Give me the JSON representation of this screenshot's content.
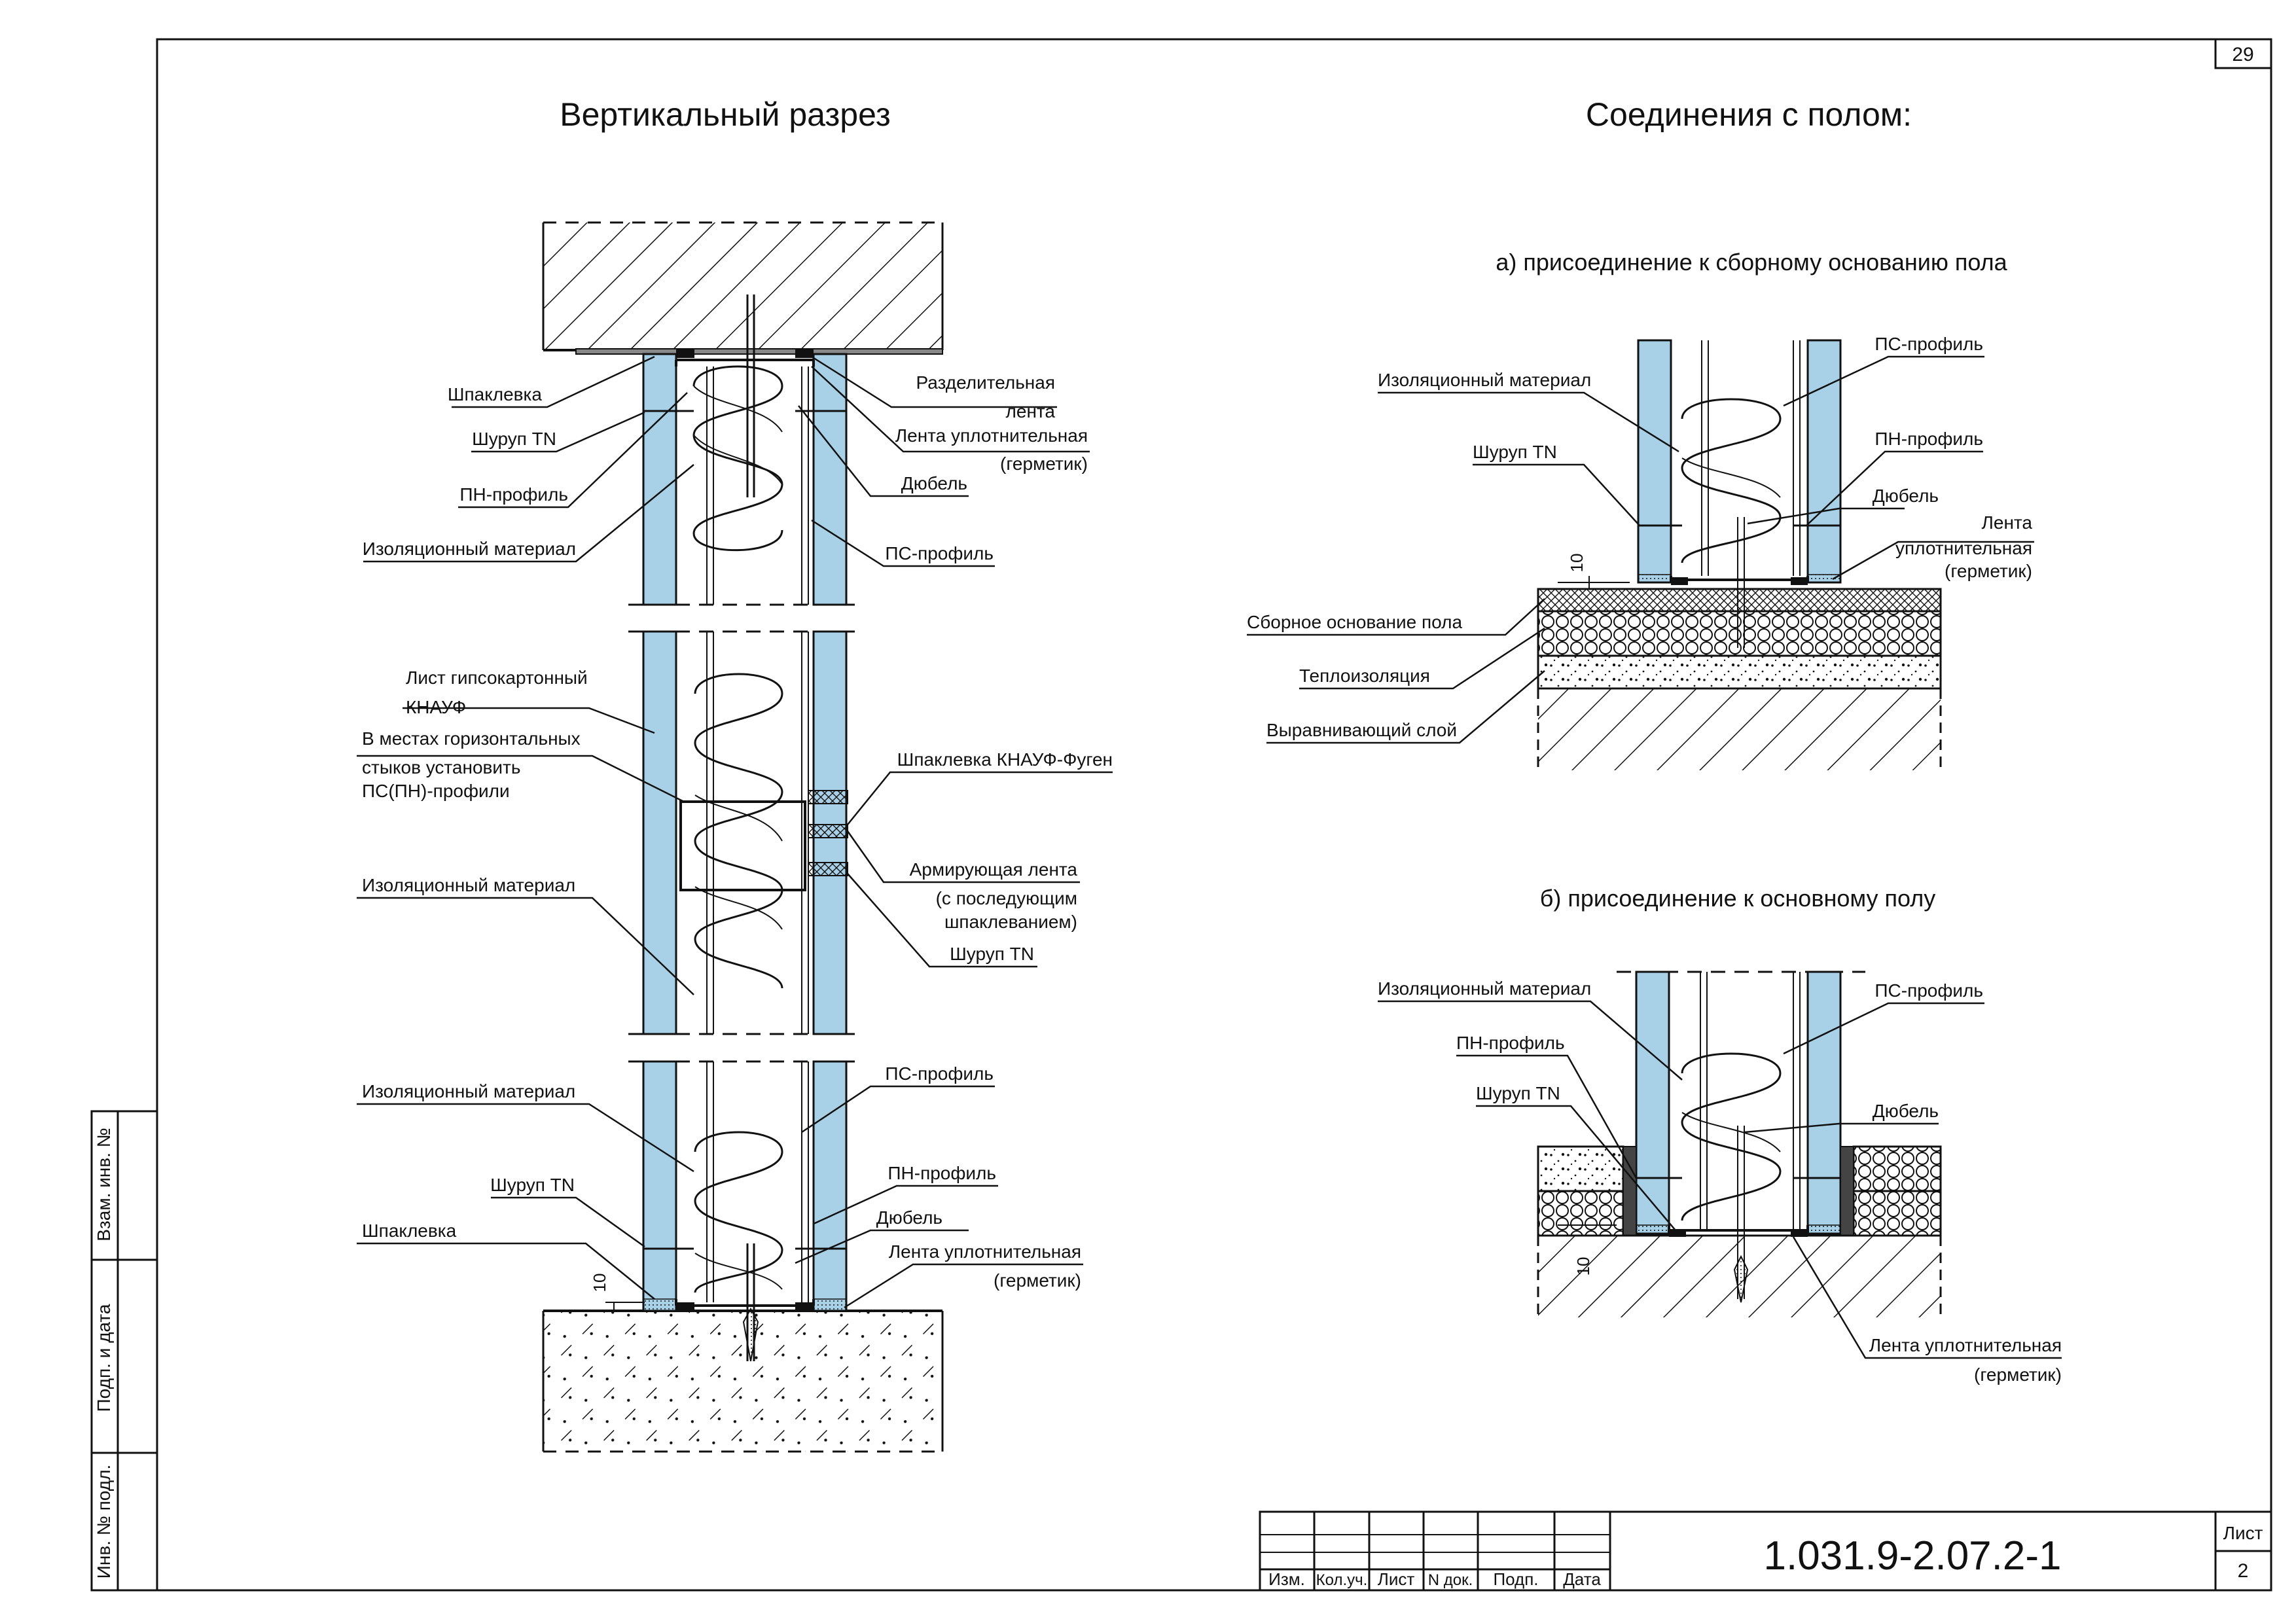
{
  "page_number": "29",
  "titles": {
    "vertical_section": "Вертикальный разрез",
    "floor_connections": "Соединения с полом:",
    "variant_a": "а) присоединение к сборному основанию пола",
    "variant_b": "б) присоединение к основному полу"
  },
  "left_labels": {
    "shpaklevka_top": "Шпаклевка",
    "shurup_top": "Шуруп TN",
    "pn_profile_top": "ПН-профиль",
    "insulation_top": "Изоляционный материал",
    "razdelit_1": "Разделительная",
    "razdelit_2": "лента",
    "lenta_top_1": "Лента уплотнительная",
    "lenta_top_2": "(герметик)",
    "dubel_top": "Дюбель",
    "ps_profile_top": "ПС-профиль",
    "gkl_1": "Лист гипсокартонный",
    "gkl_2": "КНАУФ",
    "horiz_1": "В местах горизонтальных",
    "horiz_2": "стыков установить",
    "horiz_3": "ПС(ПН)-профили",
    "insulation_mid": "Изоляционный материал",
    "fugen": "Шпаклевка КНАУФ-Фуген",
    "arm_1": "Армирующая лента",
    "arm_2": "(с последующим",
    "arm_3": "шпаклеванием)",
    "shurup_mid": "Шуруп TN",
    "insulation_bot": "Изоляционный материал",
    "ps_profile_bot": "ПС-профиль",
    "shurup_bot": "Шуруп TN",
    "pn_profile_bot": "ПН-профиль",
    "shpaklevka_bot": "Шпаклевка",
    "dubel_bot": "Дюбель",
    "lenta_bot_1": "Лента уплотнительная",
    "lenta_bot_2": "(герметик)",
    "dim_10": "10"
  },
  "a_labels": {
    "insulation": "Изоляционный материал",
    "ps_profile": "ПС-профиль",
    "shurup": "Шуруп TN",
    "pn_profile": "ПН-профиль",
    "dubel": "Дюбель",
    "lenta_1": "Лента",
    "lenta_2": "уплотнительная",
    "lenta_3": "(герметик)",
    "sbornoe": "Сборное основание пола",
    "teplo": "Теплоизоляция",
    "vyravn": "Выравнивающий слой",
    "dim_10": "10"
  },
  "b_labels": {
    "insulation": "Изоляционный материал",
    "ps_profile": "ПС-профиль",
    "pn_profile": "ПН-профиль",
    "shurup": "Шуруп TN",
    "dubel": "Дюбель",
    "lenta_1": "Лента уплотнительная",
    "lenta_2": "(герметик)",
    "dim_10": "10"
  },
  "side_stamp": {
    "vzam": "Взам. инв. №",
    "podp": "Подп. и дата",
    "inv": "Инв. № подл."
  },
  "title_block": {
    "cols": [
      "Изм.",
      "Кол.уч.",
      "Лист",
      "N док.",
      "Подп.",
      "Дата"
    ],
    "code": "1.031.9-2.07.2-1",
    "sheet_label": "Лист",
    "sheet_number": "2"
  },
  "colors": {
    "board": "#a8d0e6",
    "line": "#111111"
  }
}
